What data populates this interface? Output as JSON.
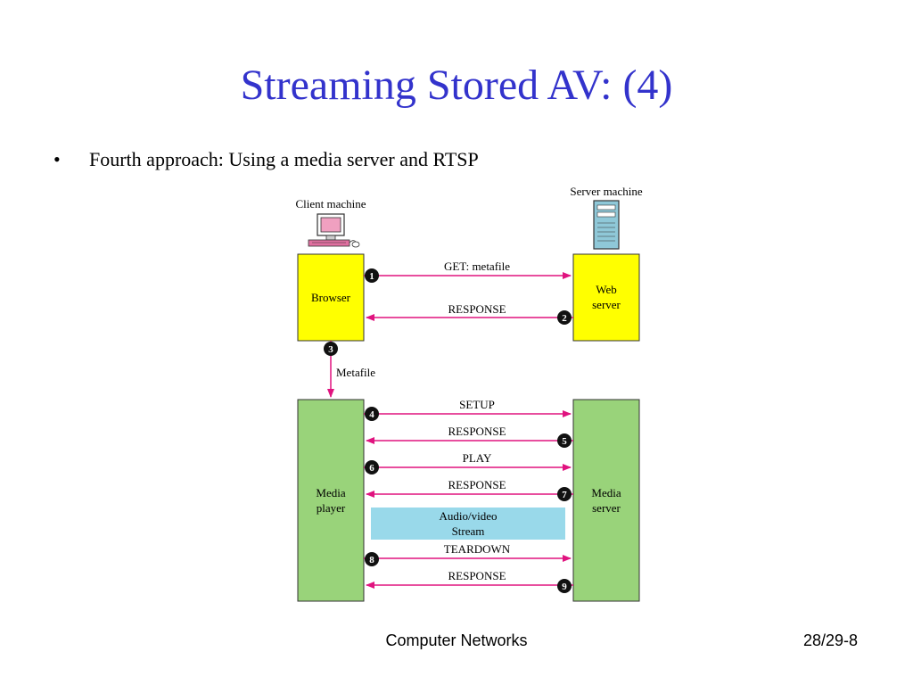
{
  "slide": {
    "title": "Streaming Stored AV: (4)",
    "bullet_marker": "•",
    "bullet_text": "Fourth approach: Using a media server and RTSP",
    "footer_center": "Computer Networks",
    "footer_right": "28/29-8"
  },
  "diagram": {
    "client_label": "Client machine",
    "server_label": "Server machine",
    "browser_label": "Browser",
    "web_server_lines": [
      "Web",
      "server"
    ],
    "media_player_lines": [
      "Media",
      "player"
    ],
    "media_server_lines": [
      "Media",
      "server"
    ],
    "metafile_label": "Metafile",
    "stream_lines": [
      "Audio/video",
      "Stream"
    ],
    "messages": [
      {
        "step": "1",
        "label": "GET: metafile"
      },
      {
        "step": "2",
        "label": "RESPONSE"
      },
      {
        "step": "3",
        "label": "Metafile"
      },
      {
        "step": "4",
        "label": "SETUP"
      },
      {
        "step": "5",
        "label": "RESPONSE"
      },
      {
        "step": "6",
        "label": "PLAY"
      },
      {
        "step": "7",
        "label": "RESPONSE"
      },
      {
        "step": "8",
        "label": "TEARDOWN"
      },
      {
        "step": "9",
        "label": "RESPONSE"
      }
    ],
    "colors": {
      "title": "#3333cc",
      "arrow": "#e0137f",
      "web_box": "#ffff00",
      "media_box": "#99d37a",
      "stream_box": "#99d9ea"
    }
  }
}
